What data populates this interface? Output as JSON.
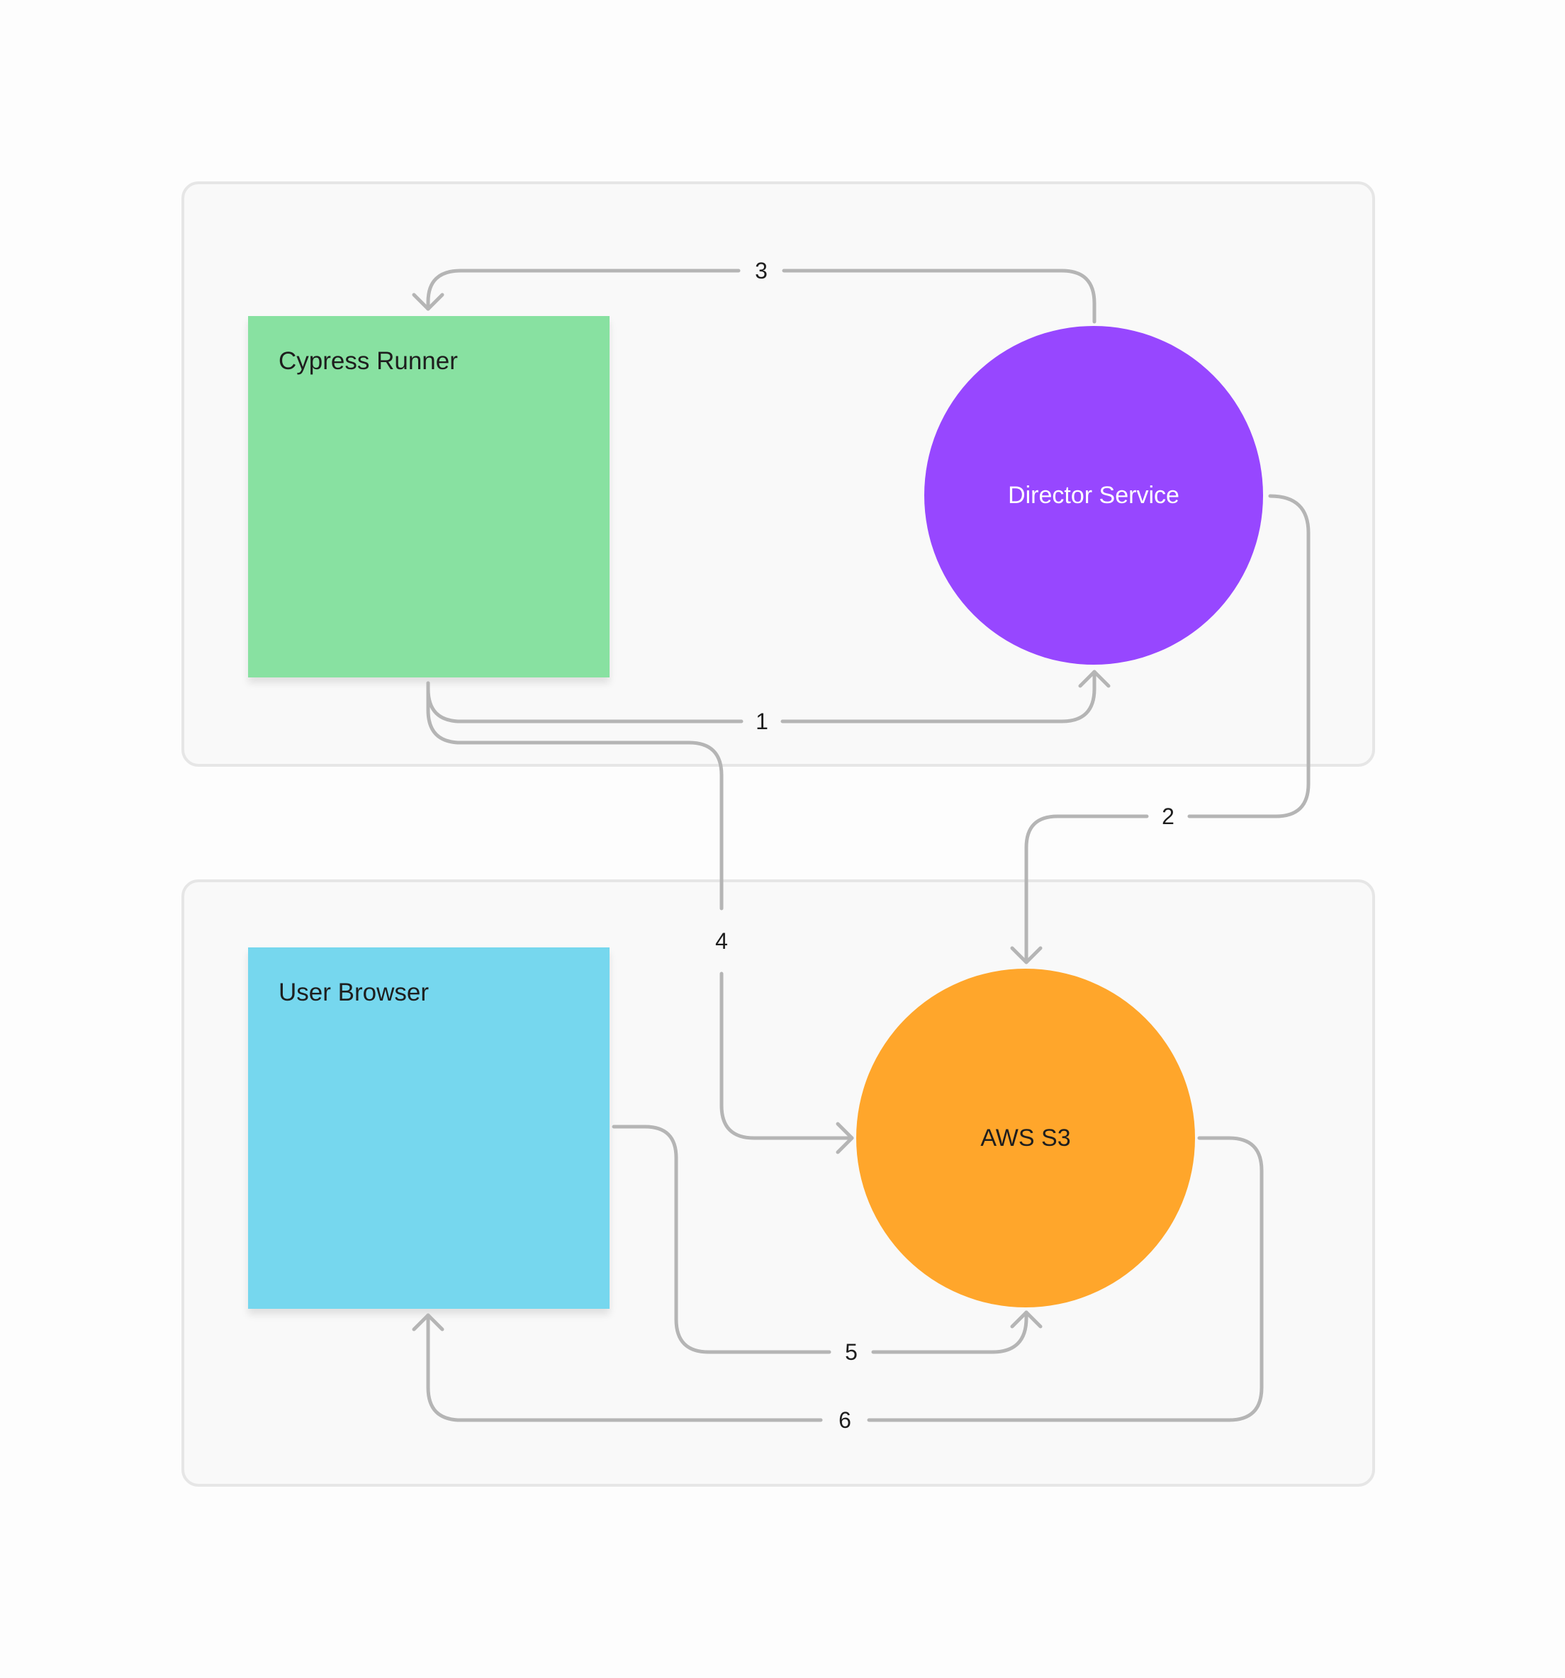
{
  "nodes": {
    "cypress_runner": {
      "label": "Cypress Runner",
      "color": "#88e1a1",
      "text_color": "#1e1e1e"
    },
    "director_service": {
      "label": "Director Service",
      "color": "#9747ff",
      "text_color": "#ffffff"
    },
    "user_browser": {
      "label": "User Browser",
      "color": "#76d7ee",
      "text_color": "#1e1e1e"
    },
    "aws_s3": {
      "label": "AWS S3",
      "color": "#ffa62b",
      "text_color": "#1e1e1e"
    }
  },
  "edges": [
    {
      "label": "1",
      "from": "Cypress Runner",
      "to": "Director Service"
    },
    {
      "label": "2",
      "from": "Director Service",
      "to": "AWS S3"
    },
    {
      "label": "3",
      "from": "Director Service",
      "to": "Cypress Runner"
    },
    {
      "label": "4",
      "from": "Cypress Runner",
      "to": "AWS S3"
    },
    {
      "label": "5",
      "from": "User Browser",
      "to": "AWS S3"
    },
    {
      "label": "6",
      "from": "AWS S3",
      "to": "User Browser"
    }
  ],
  "colors": {
    "frame_background": "#f9f9f9",
    "frame_border": "#e6e6e6",
    "connector": "#b5b5b5"
  }
}
